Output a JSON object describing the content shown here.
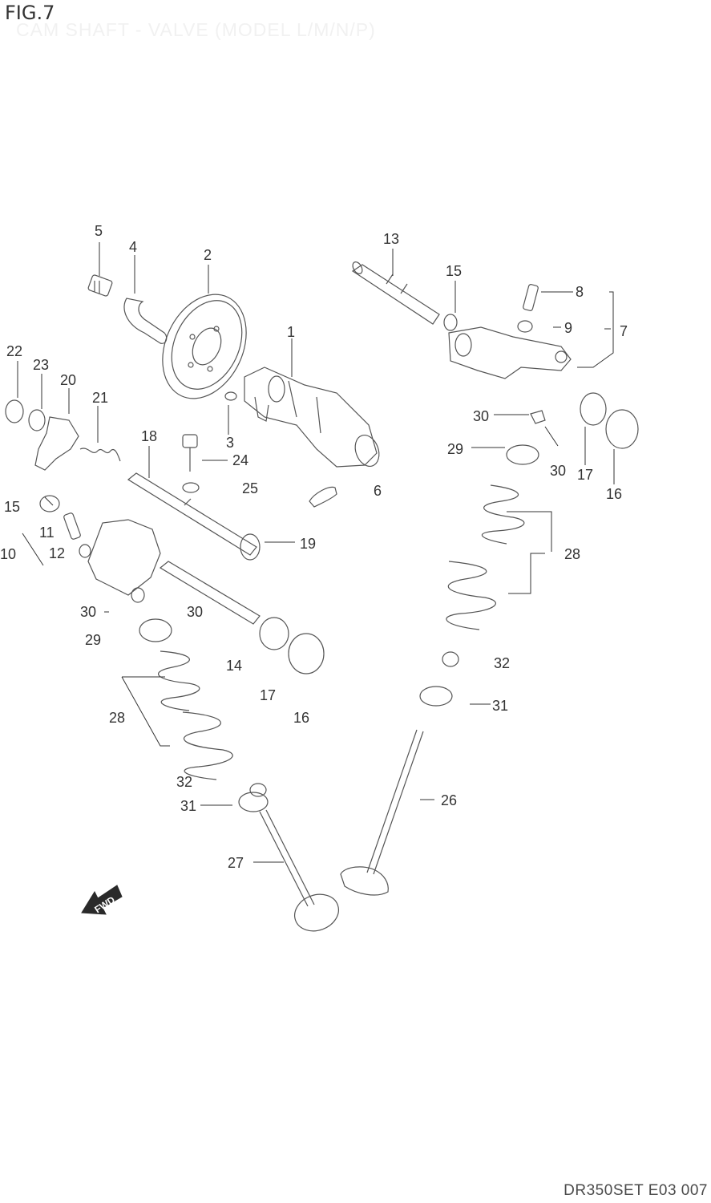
{
  "figure": {
    "title": "FIG.7",
    "subtitle": "CAM SHAFT - VALVE (MODEL L/M/N/P)",
    "code": "DR350SET E03 007",
    "fwd_label": "FWD"
  },
  "callouts": {
    "c1": "1",
    "c2": "2",
    "c3": "3",
    "c4": "4",
    "c5": "5",
    "c6": "6",
    "c7": "7",
    "c8": "8",
    "c9": "9",
    "c10": "10",
    "c11": "11",
    "c12": "12",
    "c13": "13",
    "c14": "14",
    "c15a": "15",
    "c15b": "15",
    "c16a": "16",
    "c16b": "16",
    "c17a": "17",
    "c17b": "17",
    "c18": "18",
    "c19": "19",
    "c20": "20",
    "c21": "21",
    "c22": "22",
    "c23": "23",
    "c24": "24",
    "c25": "25",
    "c26": "26",
    "c27": "27",
    "c28a": "28",
    "c28b": "28",
    "c29a": "29",
    "c29b": "29",
    "c30a": "30",
    "c30b": "30",
    "c30c": "30",
    "c30d": "30",
    "c31a": "31",
    "c31b": "31",
    "c32a": "32",
    "c32b": "32"
  }
}
